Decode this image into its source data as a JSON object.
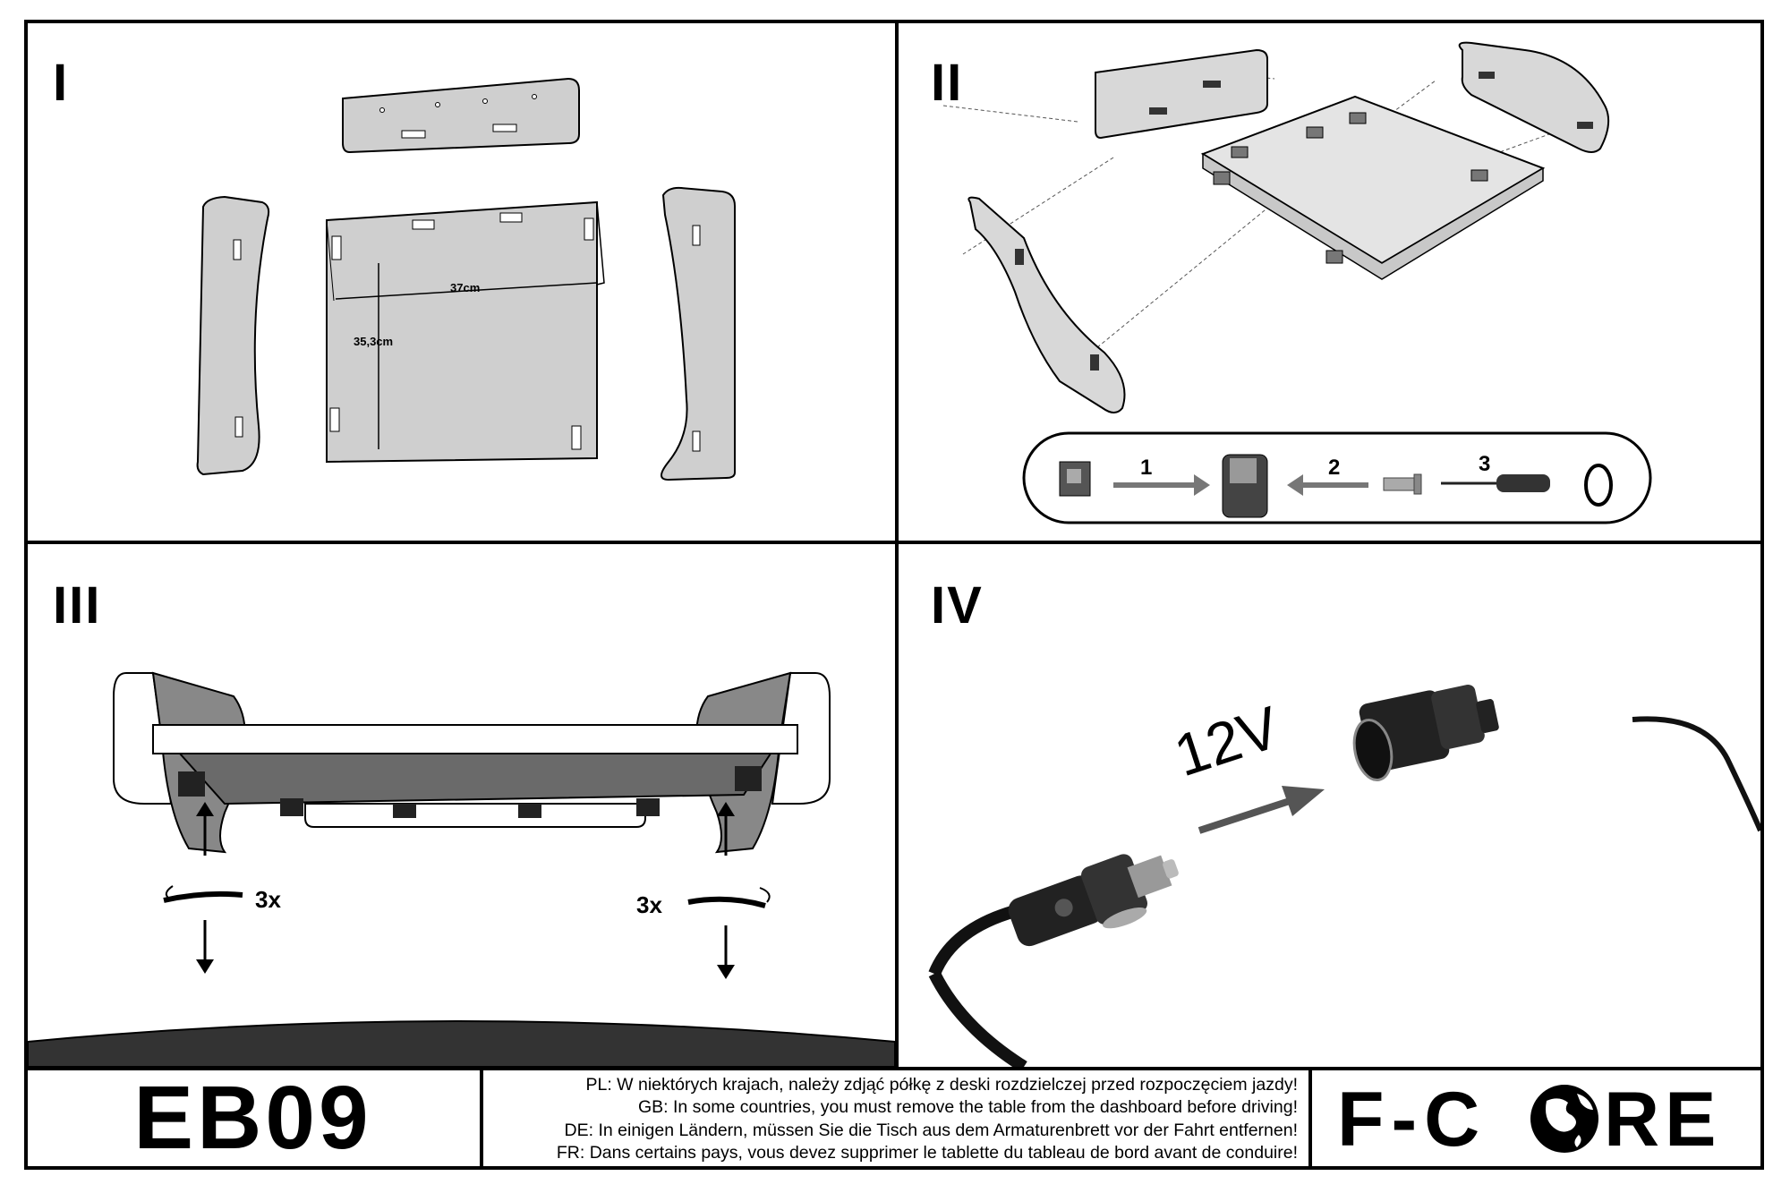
{
  "panels": {
    "p1": {
      "numeral": "I",
      "width_label": "37cm",
      "height_label": "35,3cm"
    },
    "p2": {
      "numeral": "II",
      "steps": [
        "1",
        "2",
        "3"
      ]
    },
    "p3": {
      "numeral": "III",
      "left_count": "3x",
      "right_count": "3x"
    },
    "p4": {
      "numeral": "IV",
      "voltage": "12V"
    }
  },
  "footer": {
    "model": "EB09",
    "warnings": [
      "PL: W niektórych krajach, należy zdjąć półkę z deski rozdzielczej przed rozpoczęciem jazdy!",
      "GB: In some countries, you must remove the table from the dashboard before driving!",
      "DE: In einigen Ländern, müssen Sie die Tisch aus dem Armaturenbrett vor der Fahrt entfernen!",
      "FR: Dans certains pays, vous devez supprimer le tablette du tableau de bord avant de conduire!"
    ],
    "brand_left": "F-C",
    "brand_right": "RE",
    "brand_icon": "globe-icon"
  },
  "colors": {
    "line": "#000000",
    "part_fill": "#cfcfcf",
    "dark": "#3a3a3a"
  }
}
